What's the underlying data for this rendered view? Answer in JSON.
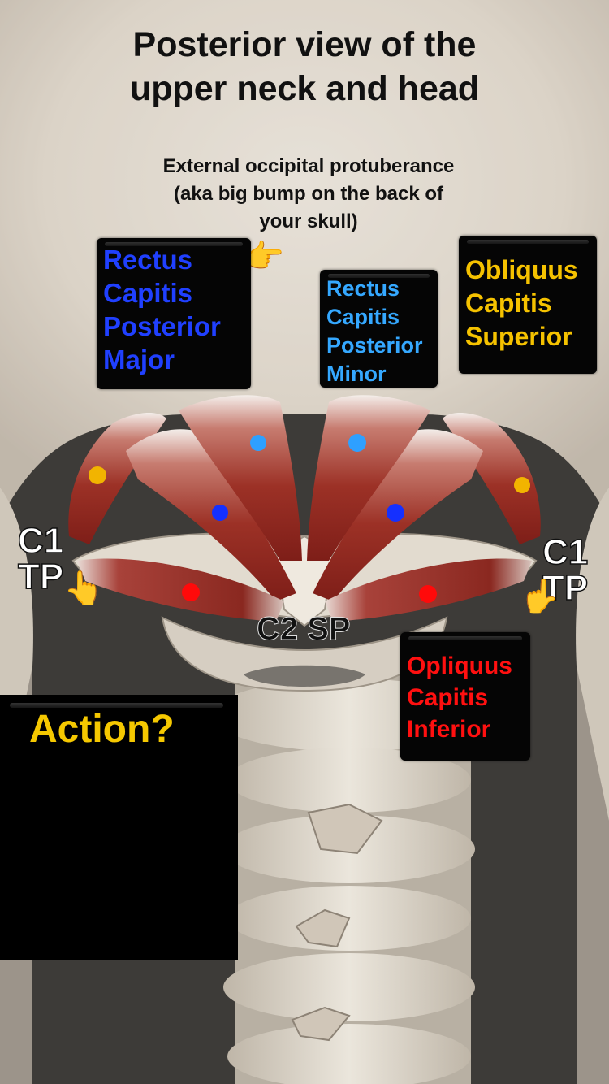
{
  "title": [
    "Posterior view of the",
    "upper neck and head"
  ],
  "annotation": [
    "External occipital protuberance",
    "(aka big bump on the back of",
    "your skull)"
  ],
  "labels": {
    "rectus_capitis_posterior_major": {
      "lines": [
        "Rectus",
        "Capitis",
        "Posterior",
        "Major"
      ],
      "color": "#2040ff"
    },
    "rectus_capitis_posterior_minor": {
      "lines": [
        "Rectus",
        "Capitis",
        "Posterior",
        "Minor"
      ],
      "color": "#35a8ff"
    },
    "obliquus_capitis_superior": {
      "lines": [
        "Obliquus",
        "Capitis",
        "Superior"
      ],
      "color": "#f5c200"
    },
    "obliquus_capitis_inferior": {
      "lines": [
        "Opliquus",
        "Capitis",
        "Inferior"
      ],
      "color": "#ff1010"
    }
  },
  "bone_labels": {
    "c1_left": [
      "C1",
      "TP"
    ],
    "c1_right": [
      "C1",
      "TP"
    ],
    "c2": "C2 SP"
  },
  "action_label": "Action?",
  "icons": {
    "pointer": "pointing-hand-icon",
    "hand_left": "pointing-hand-icon",
    "hand_right": "pointing-hand-icon"
  }
}
